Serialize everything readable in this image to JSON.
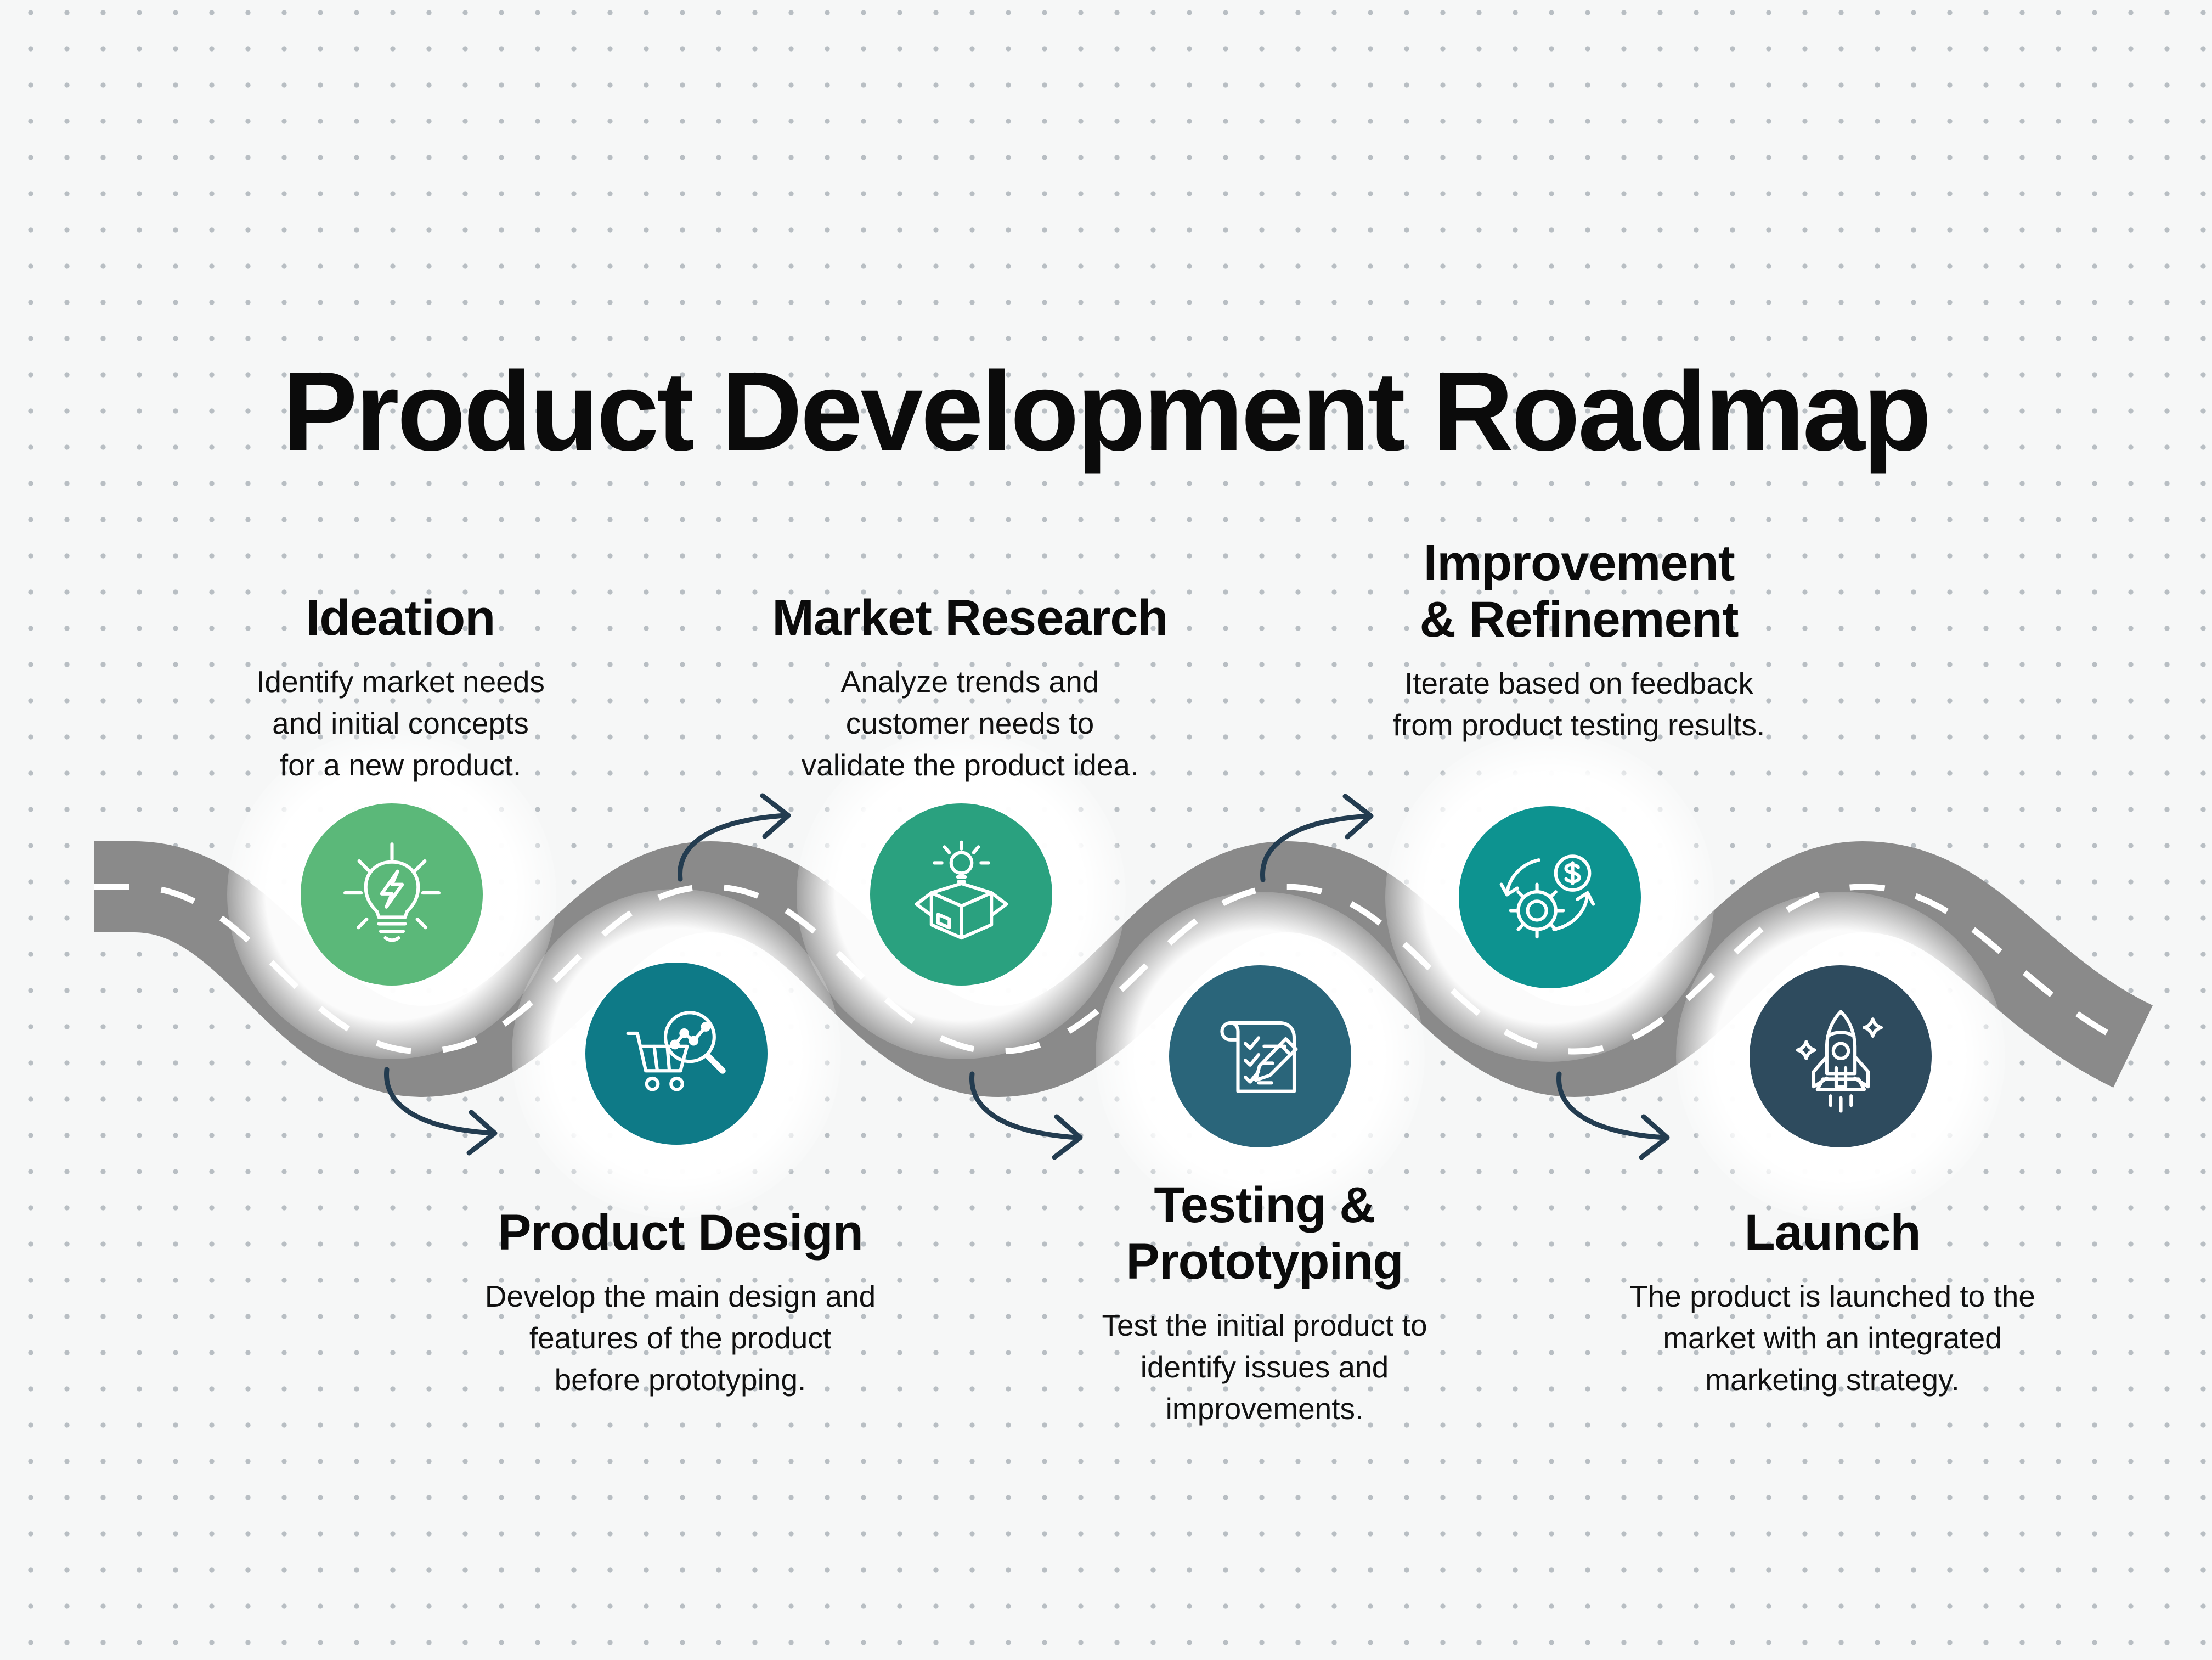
{
  "title": "Product Development Roadmap",
  "theme": {
    "bg": "#f6f7f7",
    "dot": "#b8bec3",
    "road": "#8a8a8a",
    "dash": "#ffffff",
    "arrow": "#233c50",
    "ink": "#0b0b0b"
  },
  "stages": [
    {
      "title": "Ideation",
      "description": "Identify market needs\nand initial concepts\nfor a new product.",
      "color": "#5bb879",
      "icon": "lightbulb-bolt-icon"
    },
    {
      "title": "Product Design",
      "description": "Develop the main design and\nfeatures of the product\nbefore prototyping.",
      "color": "#0e7a87",
      "icon": "cart-search-chart-icon"
    },
    {
      "title": "Market Research",
      "description": "Analyze trends and\ncustomer needs to\nvalidate the product idea.",
      "color": "#2aa17f",
      "icon": "open-box-idea-icon"
    },
    {
      "title": "Testing &\nPrototyping",
      "description": "Test the initial product to\nidentify issues and\nimprovements.",
      "color": "#2a657a",
      "icon": "checklist-pencil-icon"
    },
    {
      "title": "Improvement\n& Refinement",
      "description": "Iterate based on feedback\nfrom product testing results.",
      "color": "#0d9390",
      "icon": "gear-dollar-refresh-icon"
    },
    {
      "title": "Launch",
      "description": "The product is launched to the\nmarket with an integrated\nmarketing strategy.",
      "color": "#2e4b5e",
      "icon": "rocket-icon"
    }
  ]
}
